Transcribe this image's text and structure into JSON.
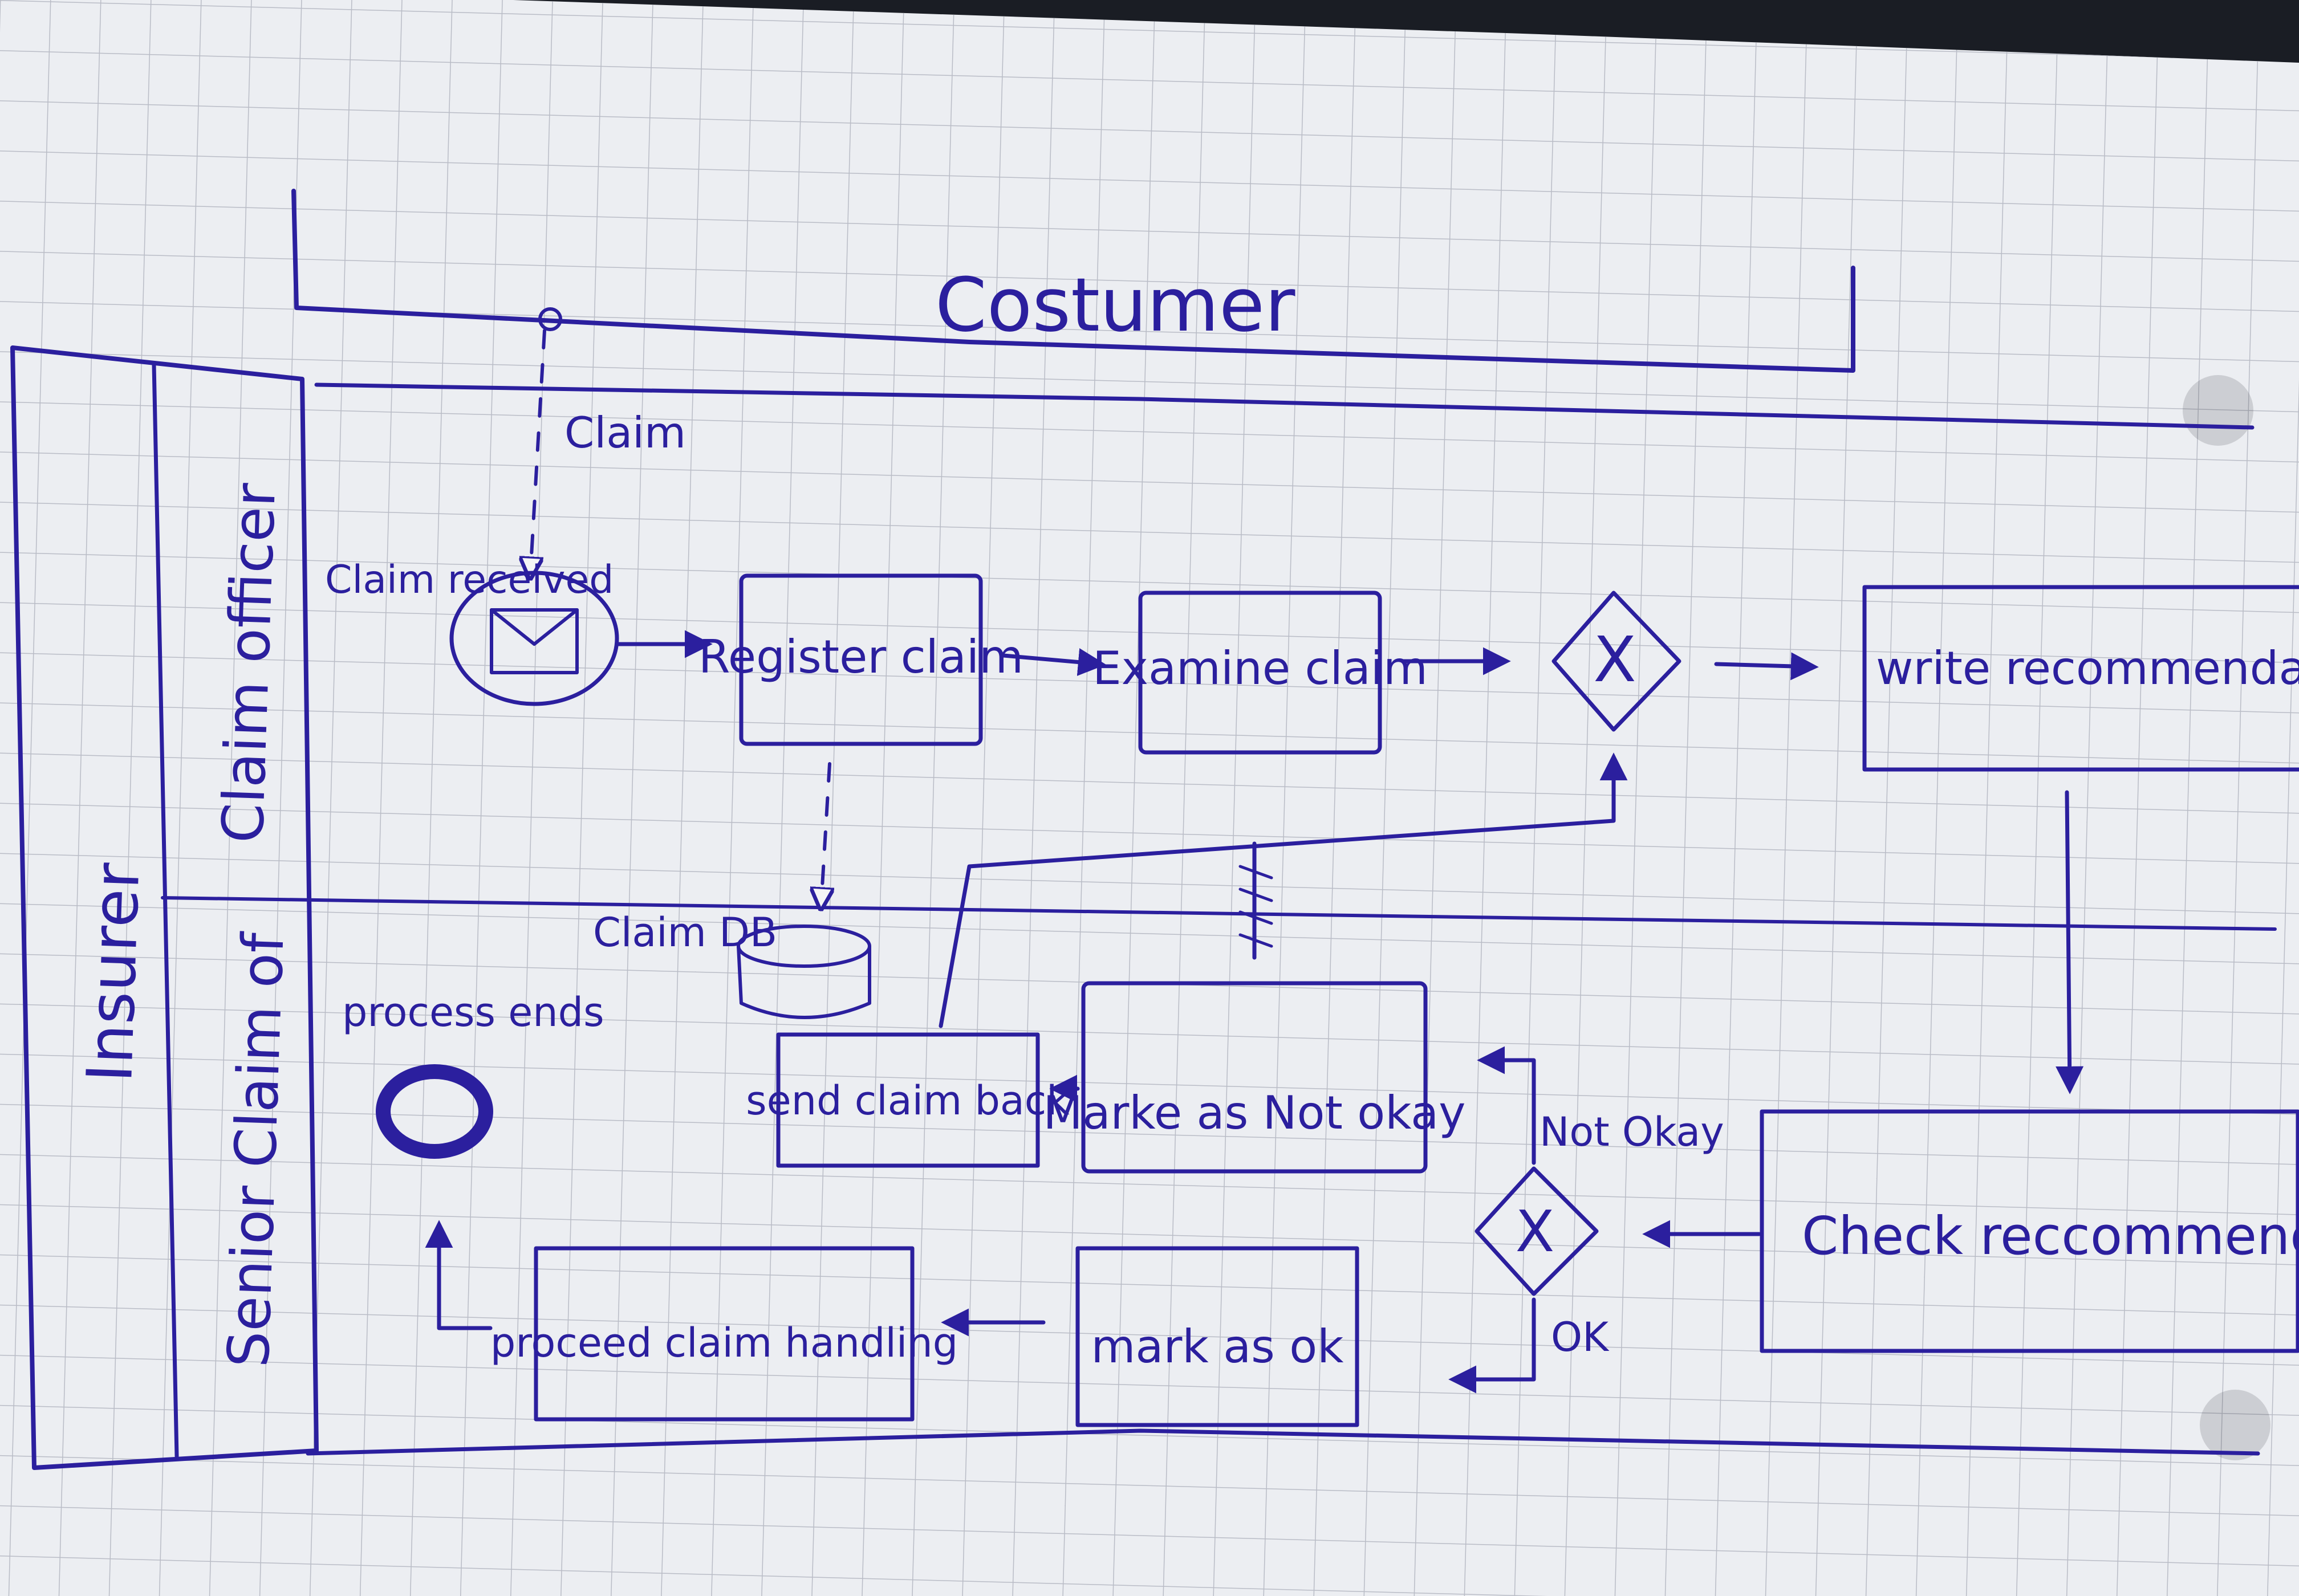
{
  "diagram": {
    "pools": {
      "customer": "Costumer",
      "insurer": "Insurer"
    },
    "lanes": {
      "claim_officer": "Claim officer",
      "senior_claim_officer": "Senior Claim of"
    },
    "message_label": "Claim",
    "events": {
      "start": "Claim received",
      "end": "process ends"
    },
    "tasks": {
      "register": "Register claim",
      "examine": "Examine claim",
      "write": "write recommendation",
      "check": "Check reccommendation",
      "mark_not_okay": "Marke as Not okay",
      "send_back": "send claim back",
      "mark_ok": "mark as ok",
      "proceed": "proceed claim handling"
    },
    "data_store": "Claim DB",
    "gateway_labels": {
      "not_okay": "Not Okay",
      "ok": "OK"
    },
    "gateway_symbol": "X"
  }
}
